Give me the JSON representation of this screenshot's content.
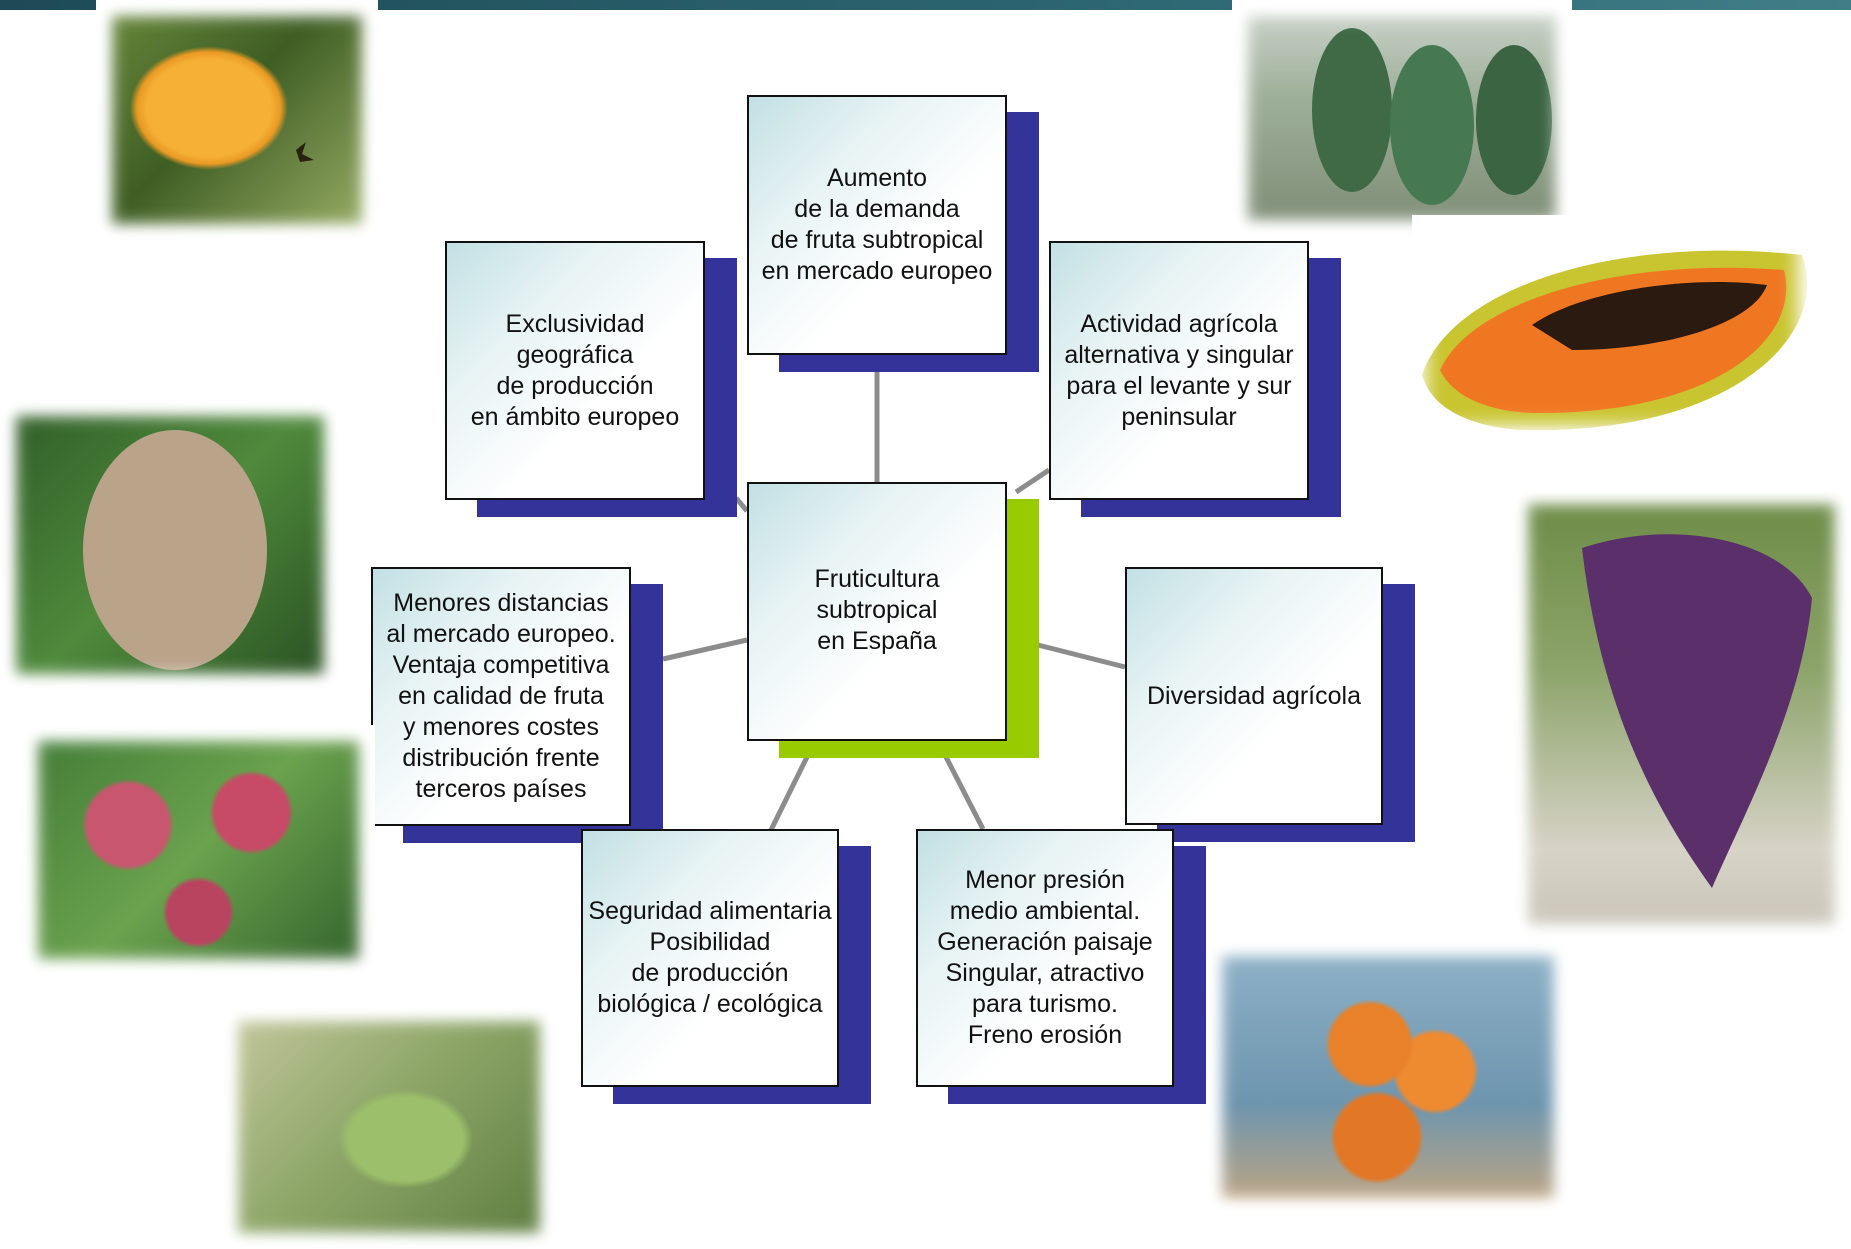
{
  "diagram": {
    "center": {
      "label": "Fruticultura\nsubtropical\nen España"
    },
    "nodes": {
      "top": {
        "label": "Aumento\nde la demanda\nde fruta subtropical\nen mercado europeo"
      },
      "upper_left": {
        "label": "Exclusividad\ngeográfica\nde producción\nen ámbito europeo"
      },
      "upper_right": {
        "label": "Actividad agrícola\nalternativa y singular\npara el levante y sur\npeninsular"
      },
      "left": {
        "label": "Menores distancias\nal mercado europeo.\nVentaja competitiva\nen calidad de fruta\ny menores costes\ndistribución frente\nterceros países"
      },
      "right": {
        "label": "Diversidad agrícola"
      },
      "bottom_left": {
        "label": "Seguridad alimentaria\nPosibilidad\nde producción\nbiológica / ecológica"
      },
      "bottom_right": {
        "label": "Menor presión\nmedio ambiental.\nGeneración paisaje\nSingular, atractivo\npara turismo.\nFreno erosión"
      }
    }
  },
  "photos": [
    {
      "name": "loquat-photo"
    },
    {
      "name": "avocado-photo"
    },
    {
      "name": "papaya-photo"
    },
    {
      "name": "mango-photo"
    },
    {
      "name": "grapes-photo"
    },
    {
      "name": "lychee-photo"
    },
    {
      "name": "cherimoya-photo"
    },
    {
      "name": "persimmon-photo"
    }
  ],
  "colors": {
    "node_shadow": "#33339a",
    "center_shadow": "#99cc00",
    "connector": "#8c8c8c",
    "header_bar": "#2b6470"
  }
}
